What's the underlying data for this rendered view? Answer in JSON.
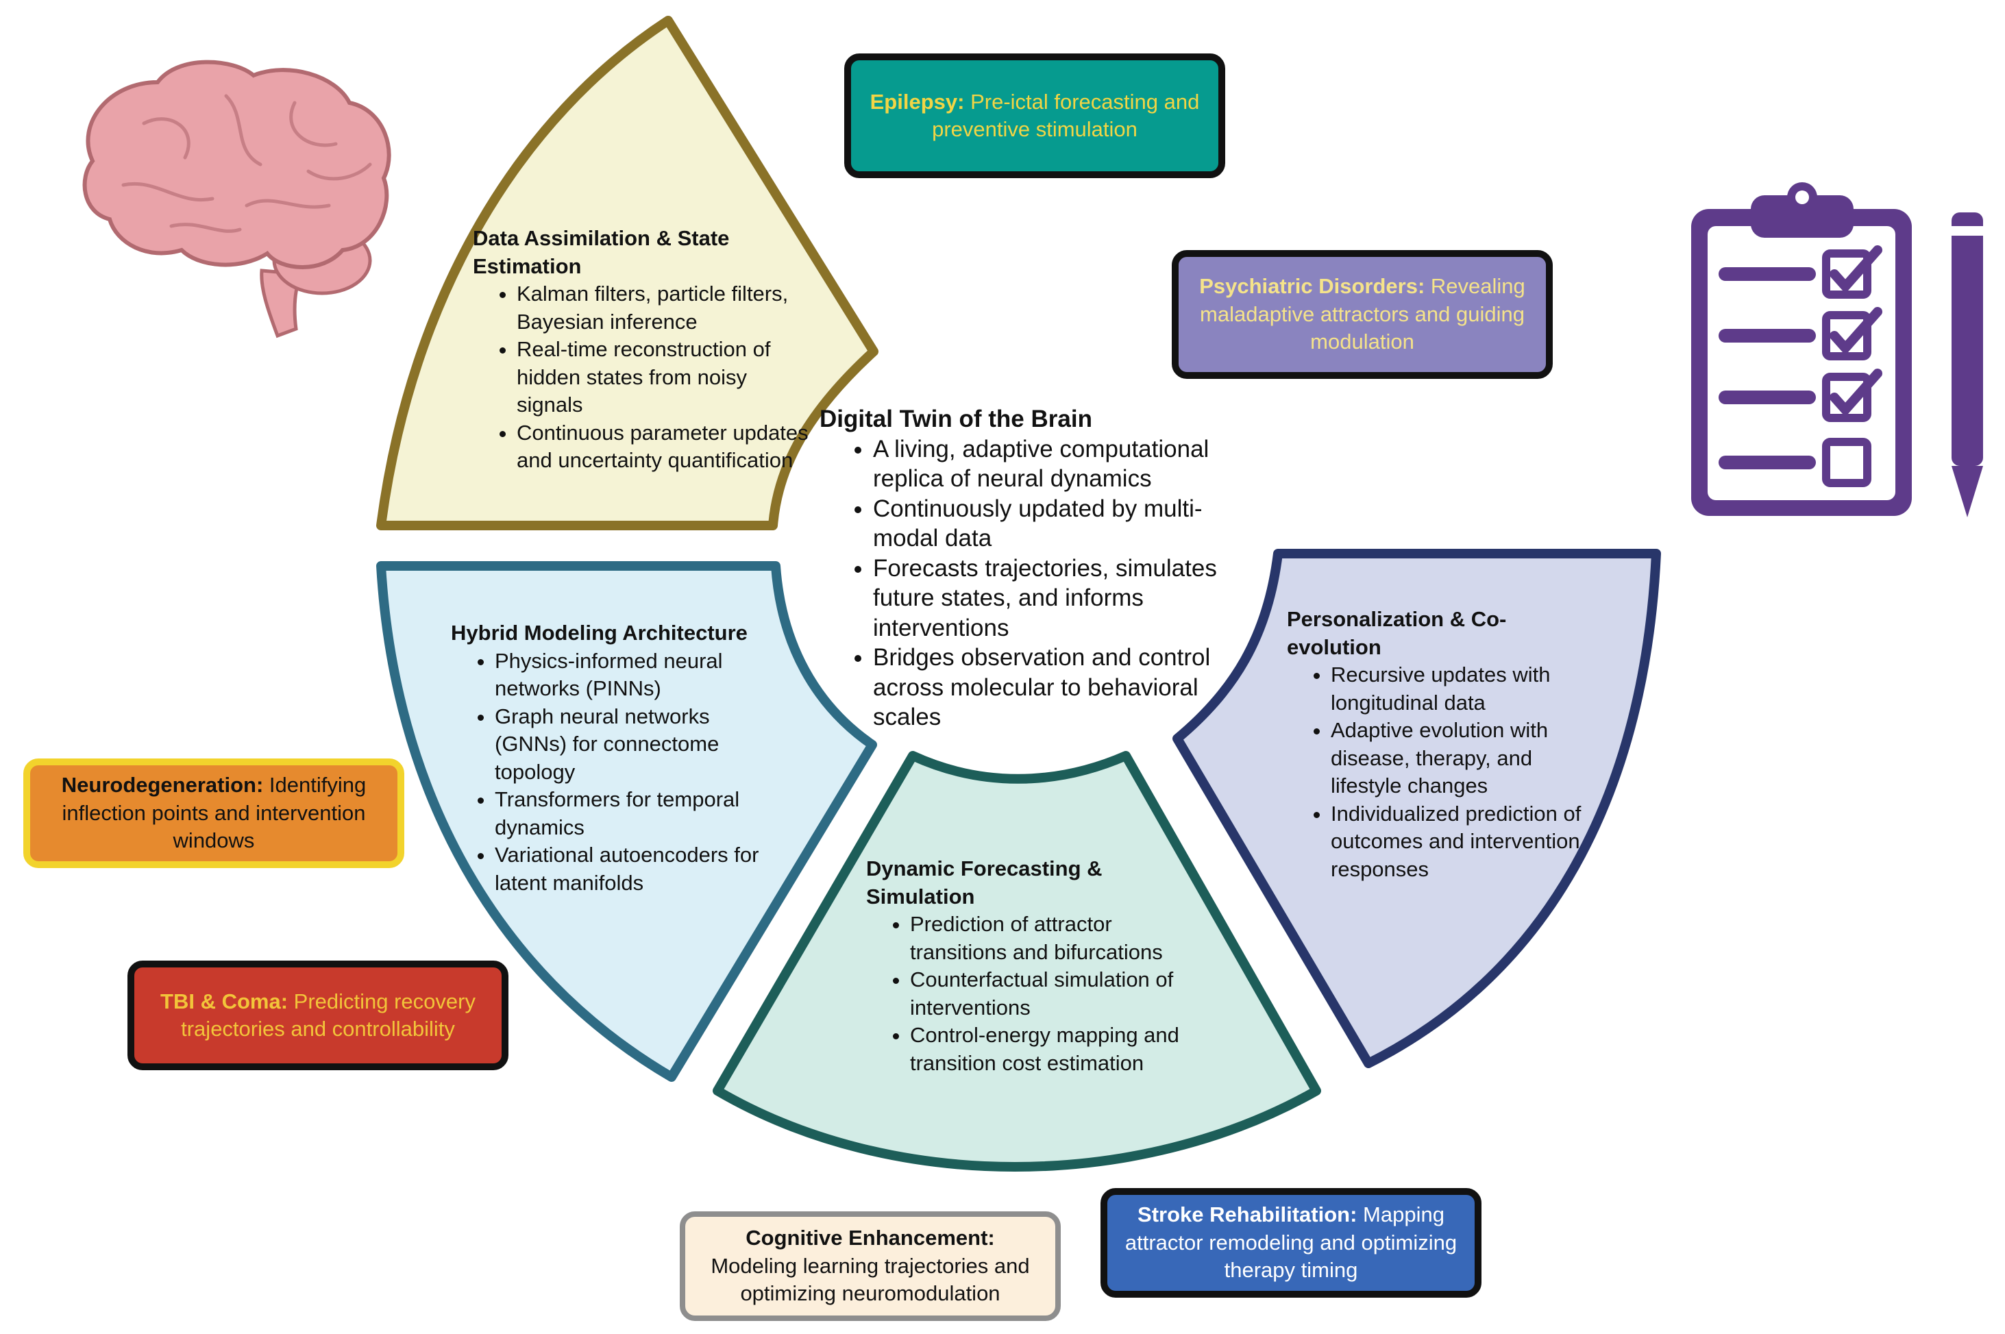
{
  "center": {
    "title": "Digital Twin of the Brain",
    "items": [
      "A living, adaptive computational replica of neural dynamics",
      "Continuously updated by multi-modal data",
      "Forecasts trajectories, simulates future states, and informs interventions",
      "Bridges observation and control across molecular to behavioral scales"
    ]
  },
  "segments": {
    "data_assimilation": {
      "title": "Data Assimilation & State Estimation",
      "items": [
        "Kalman filters, particle filters, Bayesian inference",
        "Real-time reconstruction of hidden states from noisy signals",
        "Continuous parameter updates and uncertainty quantification"
      ],
      "fill": "#f5f3d5",
      "stroke": "#8a7228"
    },
    "hybrid_modeling": {
      "title": "Hybrid Modeling Architecture",
      "items": [
        "Physics-informed neural networks (PINNs)",
        "Graph neural networks (GNNs) for connectome topology",
        "Transformers for temporal dynamics",
        "Variational autoencoders for latent manifolds"
      ],
      "fill": "#dbeff7",
      "stroke": "#2e6b84"
    },
    "dynamic_forecasting": {
      "title": "Dynamic Forecasting & Simulation",
      "items": [
        "Prediction of attractor transitions and bifurcations",
        "Counterfactual simulation of interventions",
        "Control-energy mapping and transition cost estimation"
      ],
      "fill": "#d3ece6",
      "stroke": "#1d5e59"
    },
    "personalization": {
      "title": "Personalization & Co-evolution",
      "items": [
        "Recursive updates with longitudinal data",
        "Adaptive evolution with disease, therapy, and lifestyle changes",
        "Individualized prediction of outcomes and intervention responses"
      ],
      "fill": "#d3d8ec",
      "stroke": "#28366a"
    }
  },
  "applications": {
    "epilepsy": {
      "lead": "Epilepsy:",
      "text": "Pre-ictal forecasting and preventive stimulation",
      "fill": "#069b8f",
      "border": "#111111",
      "text_color": "#f2d545"
    },
    "psychiatric": {
      "lead": "Psychiatric Disorders:",
      "text": "Revealing maladaptive attractors and guiding modulation",
      "fill": "#8a84bf",
      "border": "#111111",
      "text_color": "#f5e38a"
    },
    "neurodegeneration": {
      "lead": "Neurodegeneration:",
      "text": "Identifying inflection points and intervention windows",
      "fill": "#e68a2e",
      "border": "#f2d32c",
      "text_color": "#111111"
    },
    "tbi": {
      "lead": "TBI & Coma:",
      "text": "Predicting recovery trajectories and controllability",
      "fill": "#c83a2c",
      "border": "#111111",
      "text_color": "#f2c53a"
    },
    "cognitive": {
      "lead": "Cognitive Enhancement:",
      "text": "Modeling learning trajectories and optimizing neuromodulation",
      "fill": "#fcefdc",
      "border": "#8e8e8e",
      "text_color": "#111111"
    },
    "stroke": {
      "lead": "Stroke Rehabilitation:",
      "text": "Mapping attractor remodeling and optimizing therapy timing",
      "fill": "#3868b8",
      "border": "#111111",
      "text_color": "#ffffff"
    }
  },
  "icons": {
    "brain": {
      "name": "brain-icon",
      "color": "#e9a3a9"
    },
    "clipboard": {
      "name": "clipboard-checklist-icon",
      "color": "#5e3b8a"
    }
  }
}
